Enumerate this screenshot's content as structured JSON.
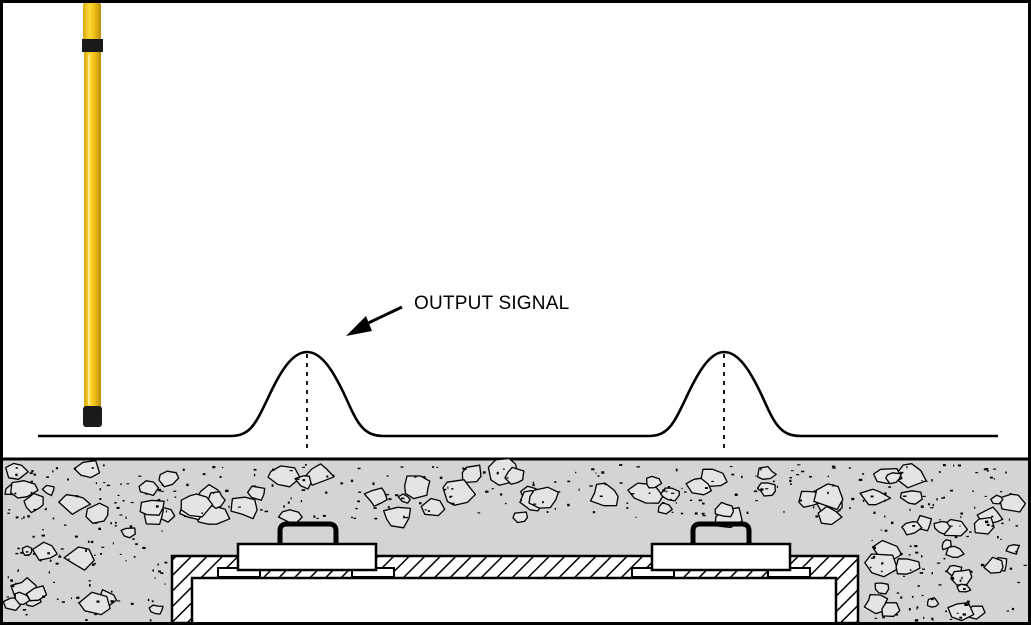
{
  "diagram": {
    "annotation": {
      "label": "OUTPUT SIGNAL"
    },
    "colors": {
      "outline": "#000000",
      "background": "#ffffff",
      "concrete": "#d4d4d4",
      "pole": "#f2c318",
      "pole_shade": "#c89a08",
      "pole_cap": "#1a1a1a",
      "sensor_plate": "#ffffff"
    },
    "icons": {
      "pole": "detector-probe-pole",
      "sensors": "embedded-sensor-plate",
      "signal": "output-signal-waveform"
    }
  }
}
